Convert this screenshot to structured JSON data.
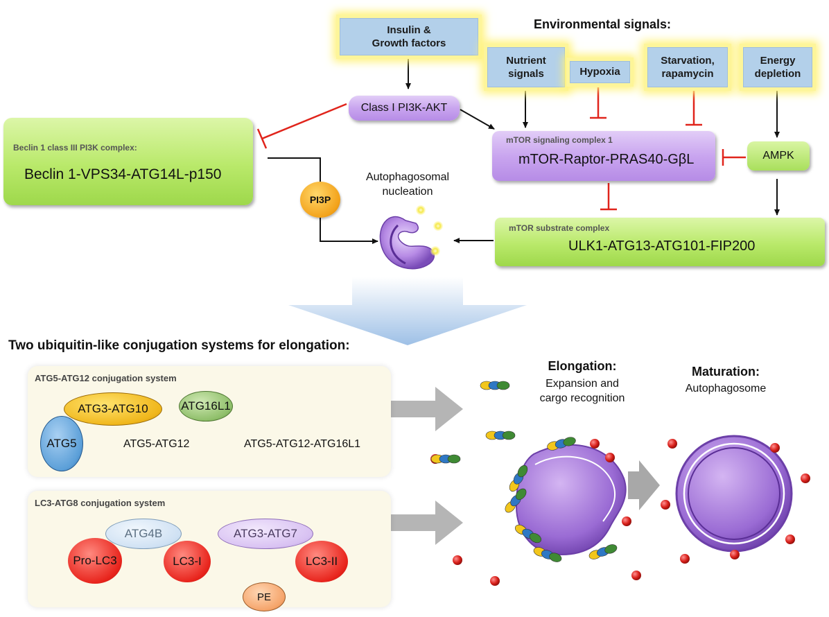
{
  "signals": {
    "insulin": "Insulin &\nGrowth factors",
    "environmental_title": "Environmental signals:",
    "nutrient": "Nutrient\nsignals",
    "hypoxia": "Hypoxia",
    "starvation": "Starvation,\nrapamycin",
    "energy": "Energy\ndepletion"
  },
  "pi3k_akt": "Class I PI3K-AKT",
  "beclin": {
    "title": "Beclin 1 class III PI3K complex:",
    "name": "Beclin 1-VPS34-ATG14L-p150"
  },
  "mtorc1": {
    "title": "mTOR signaling complex 1",
    "name": "mTOR-Raptor-PRAS40-GβL"
  },
  "ampk": "AMPK",
  "ulk1": {
    "title": "mTOR substrate complex",
    "name": "ULK1-ATG13-ATG101-FIP200"
  },
  "pi3p": "PI3P",
  "nucleation": "Autophagosomal\nnucleation",
  "elongation_heading": "Two ubiquitin-like conjugation systems for elongation:",
  "atg5_system": {
    "title": "ATG5-ATG12 conjugation system",
    "atg3_atg10": "ATG3-ATG10",
    "atg16l1": "ATG16L1",
    "atg5": "ATG5",
    "atg5_atg12": "ATG5-ATG12",
    "atg5_atg12_atg16l1": "ATG5-ATG12-ATG16L1"
  },
  "lc3_system": {
    "title": "LC3-ATG8 conjugation system",
    "atg4b": "ATG4B",
    "atg3_atg7": "ATG3-ATG7",
    "pro_lc3": "Pro-LC3",
    "lc3_i": "LC3-I",
    "lc3_ii": "LC3-II",
    "pe": "PE"
  },
  "elongation": {
    "title": "Elongation:",
    "subtitle": "Expansion and\ncargo recognition"
  },
  "maturation": {
    "title": "Maturation:",
    "subtitle": "Autophagosome"
  },
  "colors": {
    "inhibit": "#e0241b",
    "arrow": "#111111",
    "green": "#b9e96a",
    "purple": "#c9a5ef",
    "signal_blue": "#b3d0ea",
    "glow": "#fff27a"
  }
}
